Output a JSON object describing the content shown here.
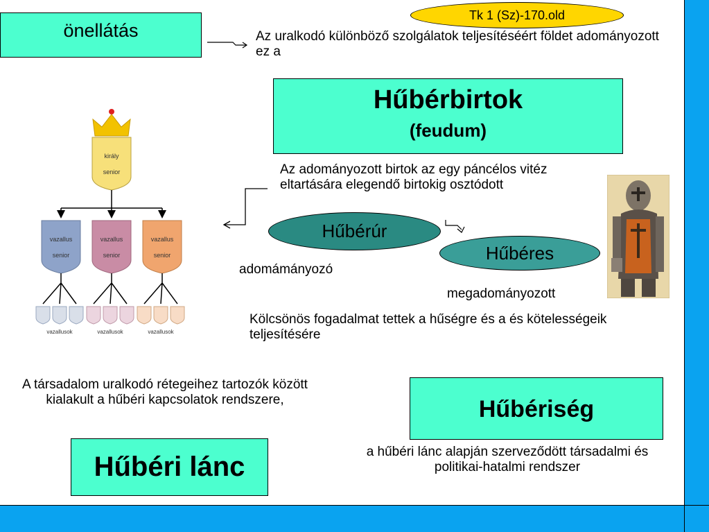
{
  "reference_tag": "Tk 1 (Sz)-170.old",
  "onellatas": {
    "label": "önellátás",
    "definition": "Az uralkodó  különböző szolgálatok teljesítéséért földet adományozott ez a"
  },
  "hubirbirtok": {
    "title": "Hűbérbirtok",
    "subtitle": "(feudum)",
    "definition": "Az adományozott birtok az egy páncélos vitéz eltartására elegendő birtokig osztódott"
  },
  "huberur": {
    "label": "Hűbérúr",
    "caption": "adomámányozó"
  },
  "huberes": {
    "label": "Hűbéres",
    "caption": "megadományozott"
  },
  "oath_text": "Kölcsönös fogadalmat tettek a hűségre és a és kötelességeik teljesítésére",
  "huberi_lanc": {
    "title": "Hűbéri lánc",
    "definition": "A társadalom uralkodó rétegeihez tartozók között kialakult a hűbéri kapcsolatok rendszere,"
  },
  "huberiseg": {
    "title": "Hűbériség",
    "definition": "a hűbéri lánc alapján szerveződött társadalmi és politikai-hatalmi rendszer"
  },
  "hierarchy": {
    "king": [
      "király",
      "senior"
    ],
    "vassals": [
      {
        "line1": "vazallus",
        "line2": "senior",
        "color": "#8ea3c9",
        "light": "#d9dfe9"
      },
      {
        "line1": "vazallus",
        "line2": "senior",
        "color": "#c98ca5",
        "light": "#ecd5df"
      },
      {
        "line1": "vazallus",
        "line2": "senior",
        "color": "#f0a56e",
        "light": "#f8dcc6"
      }
    ],
    "group_label": "vazallusok"
  },
  "colors": {
    "frame": "#0aa3f0",
    "teal_box": "#4cffcf",
    "ellipse_dark": "#2a8a82",
    "ellipse_light": "#3a9e98",
    "tag": "#ffd600"
  }
}
